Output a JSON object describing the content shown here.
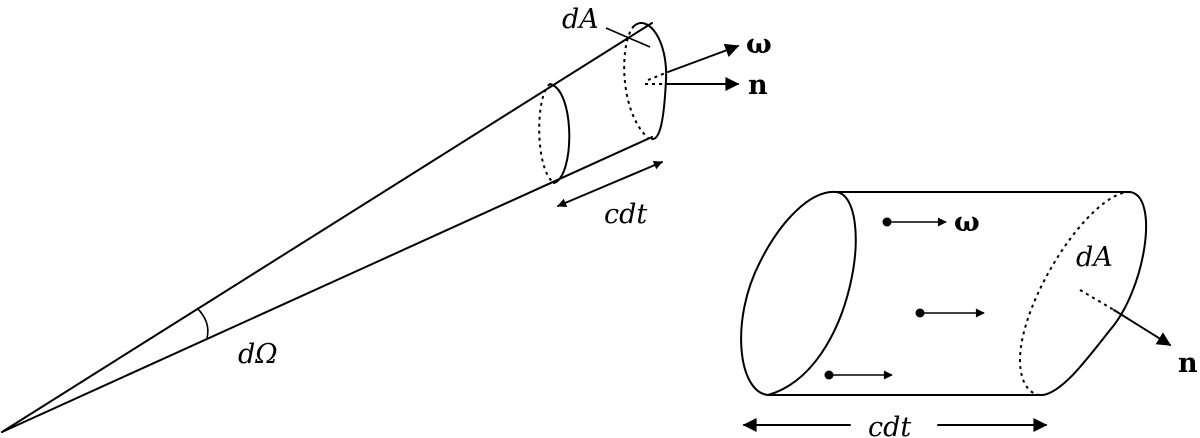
{
  "cone": {
    "area_label": "dA",
    "omega_label": "ω",
    "normal_label": "n",
    "length_label": "cdt",
    "solid_angle_label": "dΩ"
  },
  "cylinder": {
    "omega_label": "ω",
    "area_label": "dA",
    "normal_label": "n",
    "length_label": "cdt"
  }
}
